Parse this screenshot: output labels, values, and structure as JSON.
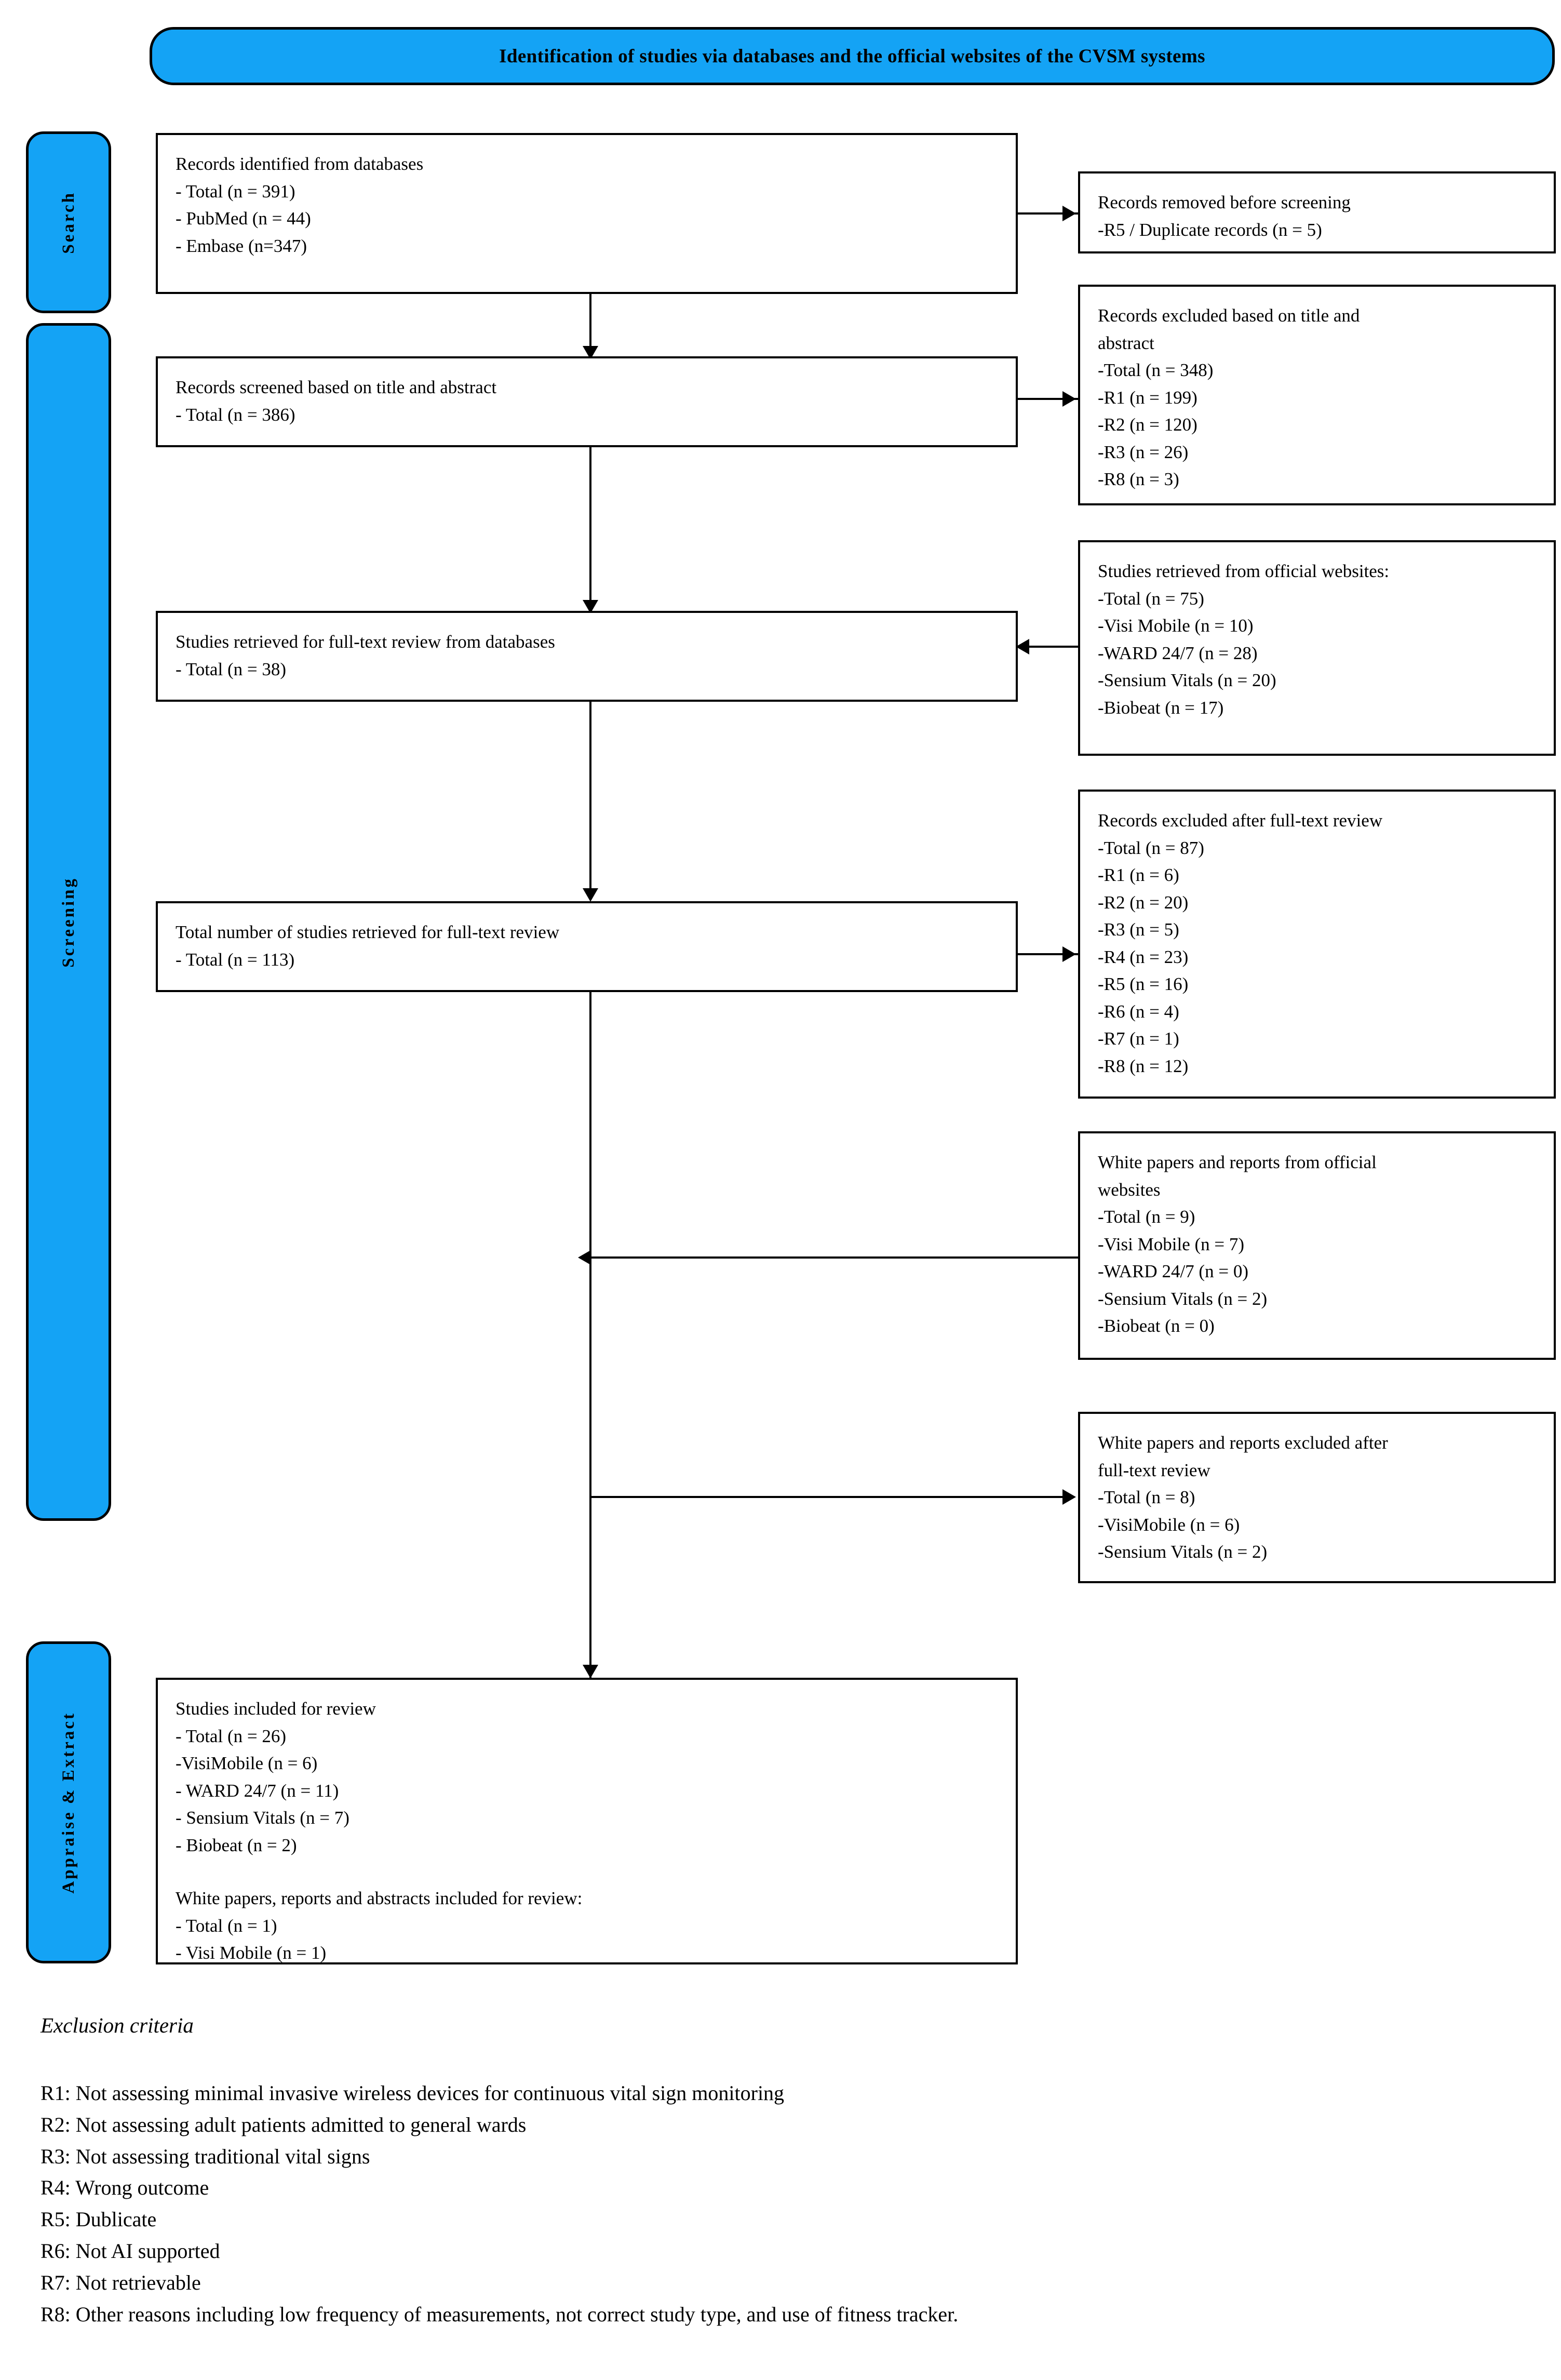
{
  "banner": {
    "title": "Identification of studies via databases and the official websites of the CVSM systems"
  },
  "stages": [
    {
      "label": "Search"
    },
    {
      "label": "Screening"
    },
    {
      "label": "Appraise & Extract"
    }
  ],
  "flow": {
    "identified": {
      "lines": [
        "Records identified from databases",
        "- Total (n = 391)",
        "- PubMed (n = 44)",
        "- Embase (n=347)"
      ]
    },
    "screened": {
      "lines": [
        "Records screened based on title and abstract",
        "- Total (n = 386)"
      ]
    },
    "retrieved_db": {
      "lines": [
        "Studies retrieved for full-text review from databases",
        "- Total (n = 38)"
      ]
    },
    "retrieved_total": {
      "lines": [
        "Total number of studies retrieved for full-text review",
        "- Total (n = 113)"
      ]
    },
    "included": {
      "lines": [
        "Studies included for review",
        "- Total (n = 26)",
        "-VisiMobile (n = 6)",
        "- WARD 24/7 (n = 11)",
        "- Sensium Vitals (n = 7)",
        "- Biobeat (n = 2)",
        "",
        "White papers, reports and abstracts included for review:",
        "- Total (n = 1)",
        "- Visi Mobile (n = 1)"
      ]
    }
  },
  "side": {
    "removed_before": {
      "lines": [
        "Records removed before screening",
        "-R5 / Duplicate records (n = 5)"
      ]
    },
    "excluded_title_abstract": {
      "lines": [
        "Records excluded based on title and",
        "abstract",
        "-Total (n = 348)",
        "-R1 (n = 199)",
        "-R2 (n = 120)",
        "-R3 (n = 26)",
        "-R8 (n = 3)"
      ]
    },
    "retrieved_websites": {
      "lines": [
        "Studies retrieved from official websites:",
        "-Total (n = 75)",
        "-Visi Mobile (n = 10)",
        "-WARD 24/7 (n = 28)",
        "-Sensium Vitals (n = 20)",
        "-Biobeat (n = 17)"
      ]
    },
    "excluded_fulltext": {
      "lines": [
        "Records excluded after full-text review",
        "-Total (n = 87)",
        "-R1 (n = 6)",
        "-R2 (n = 20)",
        "-R3 (n = 5)",
        "-R4 (n = 23)",
        "-R5 (n = 16)",
        "-R6 (n = 4)",
        "-R7 (n = 1)",
        "-R8 (n = 12)"
      ]
    },
    "white_papers": {
      "lines": [
        "White papers and reports from official",
        "websites",
        "-Total (n = 9)",
        "-Visi Mobile (n = 7)",
        "-WARD 24/7 (n = 0)",
        "-Sensium Vitals (n = 2)",
        "-Biobeat (n = 0)"
      ]
    },
    "white_papers_excluded": {
      "lines": [
        "White papers and reports excluded after",
        "full-text review",
        "-Total (n = 8)",
        "-VisiMobile (n = 6)",
        "-Sensium Vitals (n = 2)"
      ]
    }
  },
  "criteria": {
    "heading": "Exclusion criteria",
    "items": [
      "R1: Not assessing minimal invasive wireless devices for continuous vital sign monitoring",
      "R2: Not assessing adult patients admitted to general wards",
      "R3: Not assessing traditional vital signs",
      "R4: Wrong outcome",
      "R5: Dublicate",
      "R6: Not AI supported",
      "R7: Not retrievable",
      "R8: Other reasons including low frequency of measurements, not correct study type, and use of fitness tracker."
    ]
  },
  "colors": {
    "accent": "#14A3F5",
    "stroke": "#000000",
    "background": "#FFFFFF"
  }
}
